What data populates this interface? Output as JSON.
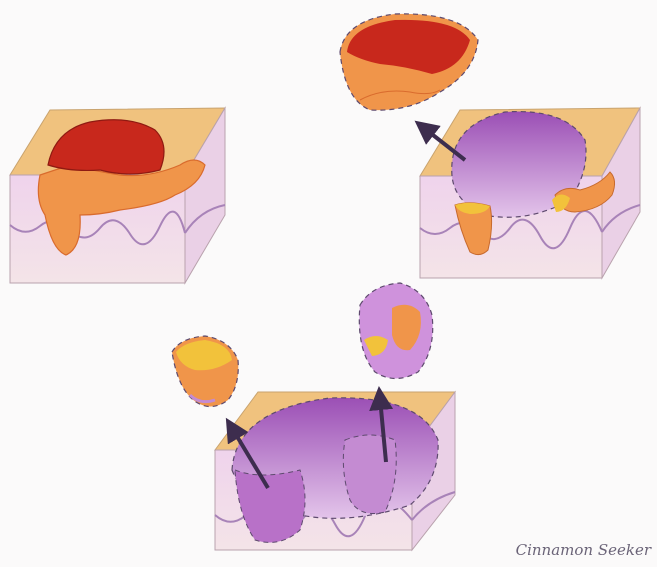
{
  "image": {
    "kind": "colored pencil medical illustration",
    "panels": [
      {
        "name": "skin-block-with-lesion",
        "lesion_colors": [
          "#c8281c",
          "#f0954a"
        ]
      },
      {
        "name": "skin-block-after-excision-with-removed-lesion",
        "cavity_color": "#a963bf"
      },
      {
        "name": "skin-block-after-staged-excision-with-two-fragments",
        "cavity_color": "#a963bf"
      }
    ],
    "palette": {
      "skin_top": "#f0c27e",
      "skin_side": "#f1dcec",
      "dermis_purple": "#d59bd8",
      "lesion_red": "#c8281c",
      "lesion_orange": "#f0954a",
      "yellow_nodule": "#f2c23b",
      "arrow": "#3d2d4e"
    }
  },
  "signature": "Cinnamon Seeker"
}
